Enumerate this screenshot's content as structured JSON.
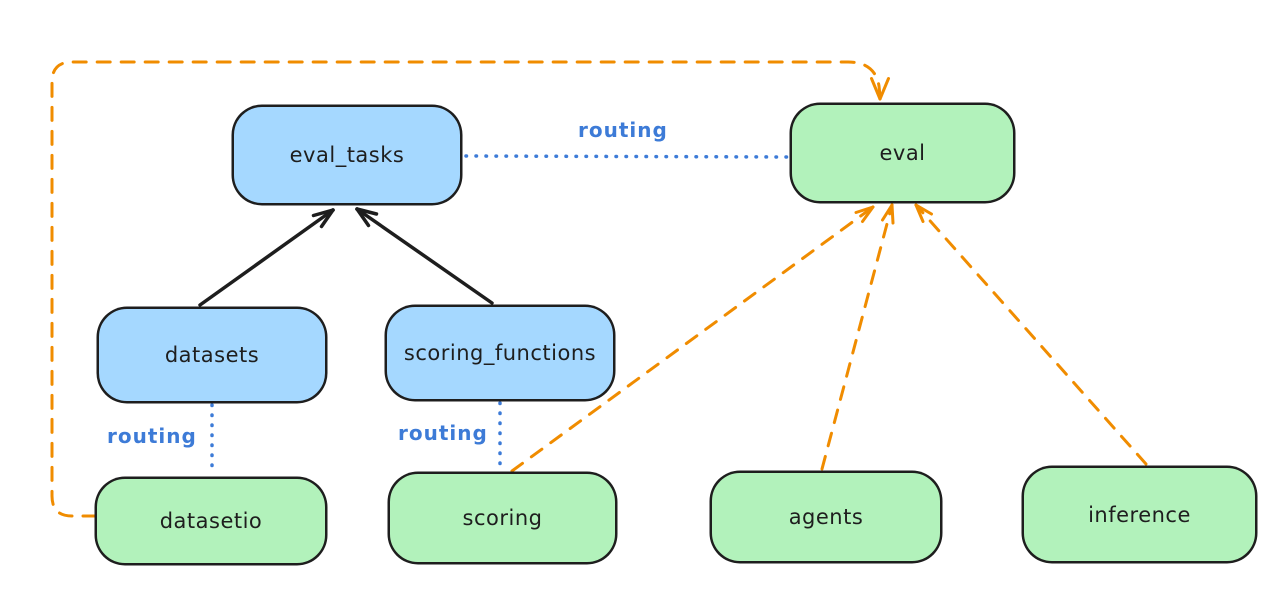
{
  "diagram": {
    "background": "#ffffff",
    "colors": {
      "node_blue_fill": "#a5d8ff",
      "node_green_fill": "#b2f2bb",
      "node_stroke": "#1e1e1e",
      "solid_arrow": "#1e1e1e",
      "routing_blue": "#3d7bd7",
      "provider_orange": "#f08c00"
    },
    "nodes": [
      {
        "id": "eval_tasks",
        "label": "eval_tasks",
        "type": "blue"
      },
      {
        "id": "eval",
        "label": "eval",
        "type": "green"
      },
      {
        "id": "datasets",
        "label": "datasets",
        "type": "blue"
      },
      {
        "id": "scoring_functions",
        "label": "scoring_functions",
        "type": "blue"
      },
      {
        "id": "datasetio",
        "label": "datasetio",
        "type": "green"
      },
      {
        "id": "scoring",
        "label": "scoring",
        "type": "green"
      },
      {
        "id": "agents",
        "label": "agents",
        "type": "green"
      },
      {
        "id": "inference",
        "label": "inference",
        "type": "green"
      }
    ],
    "edges": [
      {
        "from": "datasets",
        "to": "eval_tasks",
        "style": "solid-arrow",
        "color": "black"
      },
      {
        "from": "scoring_functions",
        "to": "eval_tasks",
        "style": "solid-arrow",
        "color": "black"
      },
      {
        "from": "eval_tasks",
        "to": "eval",
        "style": "dotted",
        "color": "blue",
        "label": "routing"
      },
      {
        "from": "datasets",
        "to": "datasetio",
        "style": "dotted",
        "color": "blue",
        "label": "routing"
      },
      {
        "from": "scoring_functions",
        "to": "scoring",
        "style": "dotted",
        "color": "blue",
        "label": "routing"
      },
      {
        "from": "datasetio",
        "to": "eval",
        "style": "dashed-arrow",
        "color": "orange"
      },
      {
        "from": "scoring",
        "to": "eval",
        "style": "dashed-arrow",
        "color": "orange"
      },
      {
        "from": "agents",
        "to": "eval",
        "style": "dashed-arrow",
        "color": "orange"
      },
      {
        "from": "inference",
        "to": "eval",
        "style": "dashed-arrow",
        "color": "orange"
      }
    ]
  }
}
